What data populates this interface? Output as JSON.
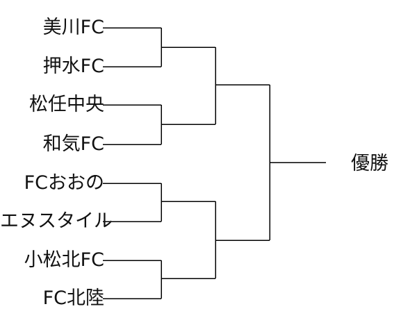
{
  "bracket": {
    "teams": [
      "美川FC",
      "押水FC",
      "松任中央",
      "和気FC",
      "FCおおの",
      "エヌスタイル",
      "小松北FC",
      "FC北陸"
    ],
    "final_label": "優勝",
    "line_color": "#000000",
    "text_color": "#111111"
  }
}
